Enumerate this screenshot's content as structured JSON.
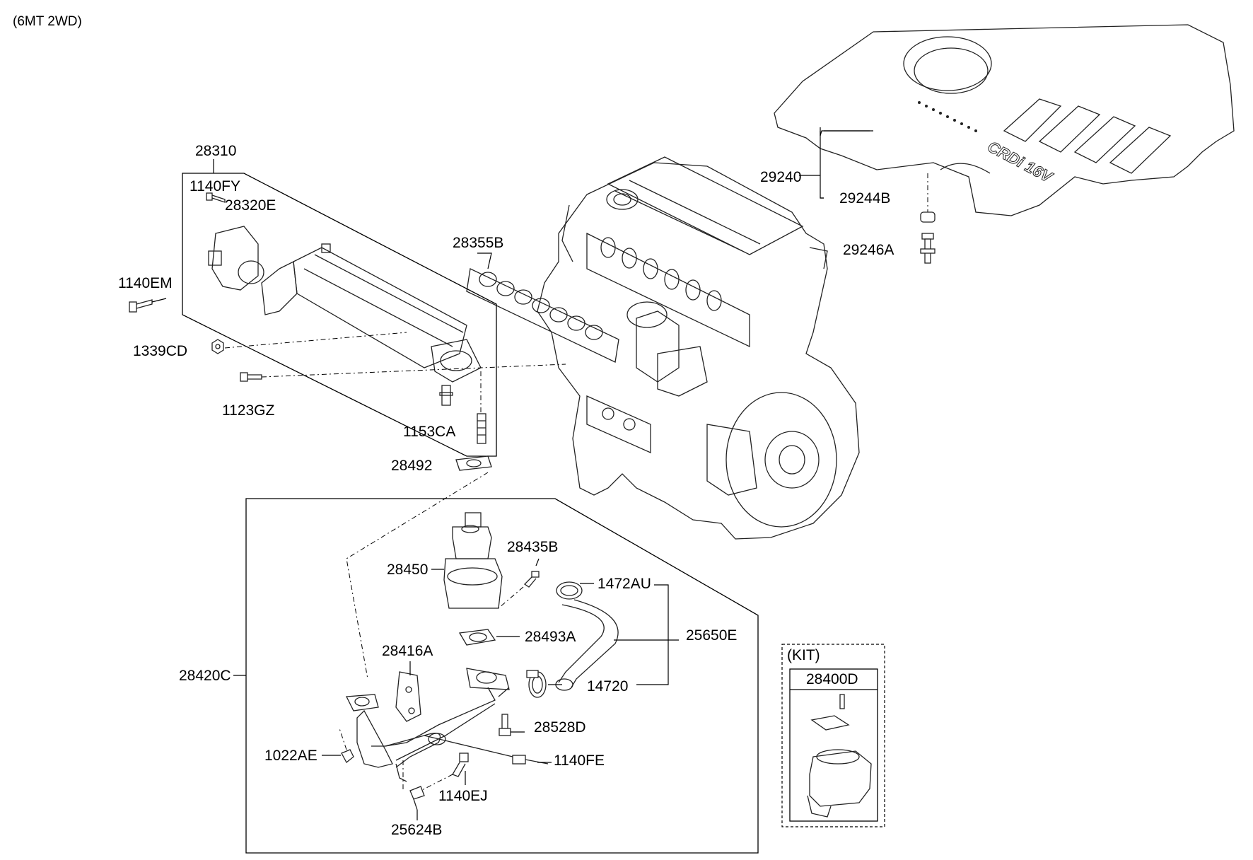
{
  "variant_note": "(6MT 2WD)",
  "labels": {
    "p28310": "28310",
    "p1140FY": "1140FY",
    "p28320E": "28320E",
    "p1140EM": "1140EM",
    "p1339CD": "1339CD",
    "p1123GZ": "1123GZ",
    "p1153CA": "1153CA",
    "p28492": "28492",
    "p28355B": "28355B",
    "p29240": "29240",
    "p29244B": "29244B",
    "p29246A": "29246A",
    "p28450": "28450",
    "p28435B": "28435B",
    "p1472AU": "1472AU",
    "p28493A": "28493A",
    "p25650E": "25650E",
    "p28416A": "28416A",
    "p14720": "14720",
    "p28420C": "28420C",
    "p28528D": "28528D",
    "p1022AE": "1022AE",
    "p1140FE": "1140FE",
    "p1140EJ": "1140EJ",
    "p25624B": "25624B",
    "kit_title": "(KIT)",
    "p28400D": "28400D"
  },
  "cover_logo_text": "CRDi 16V"
}
